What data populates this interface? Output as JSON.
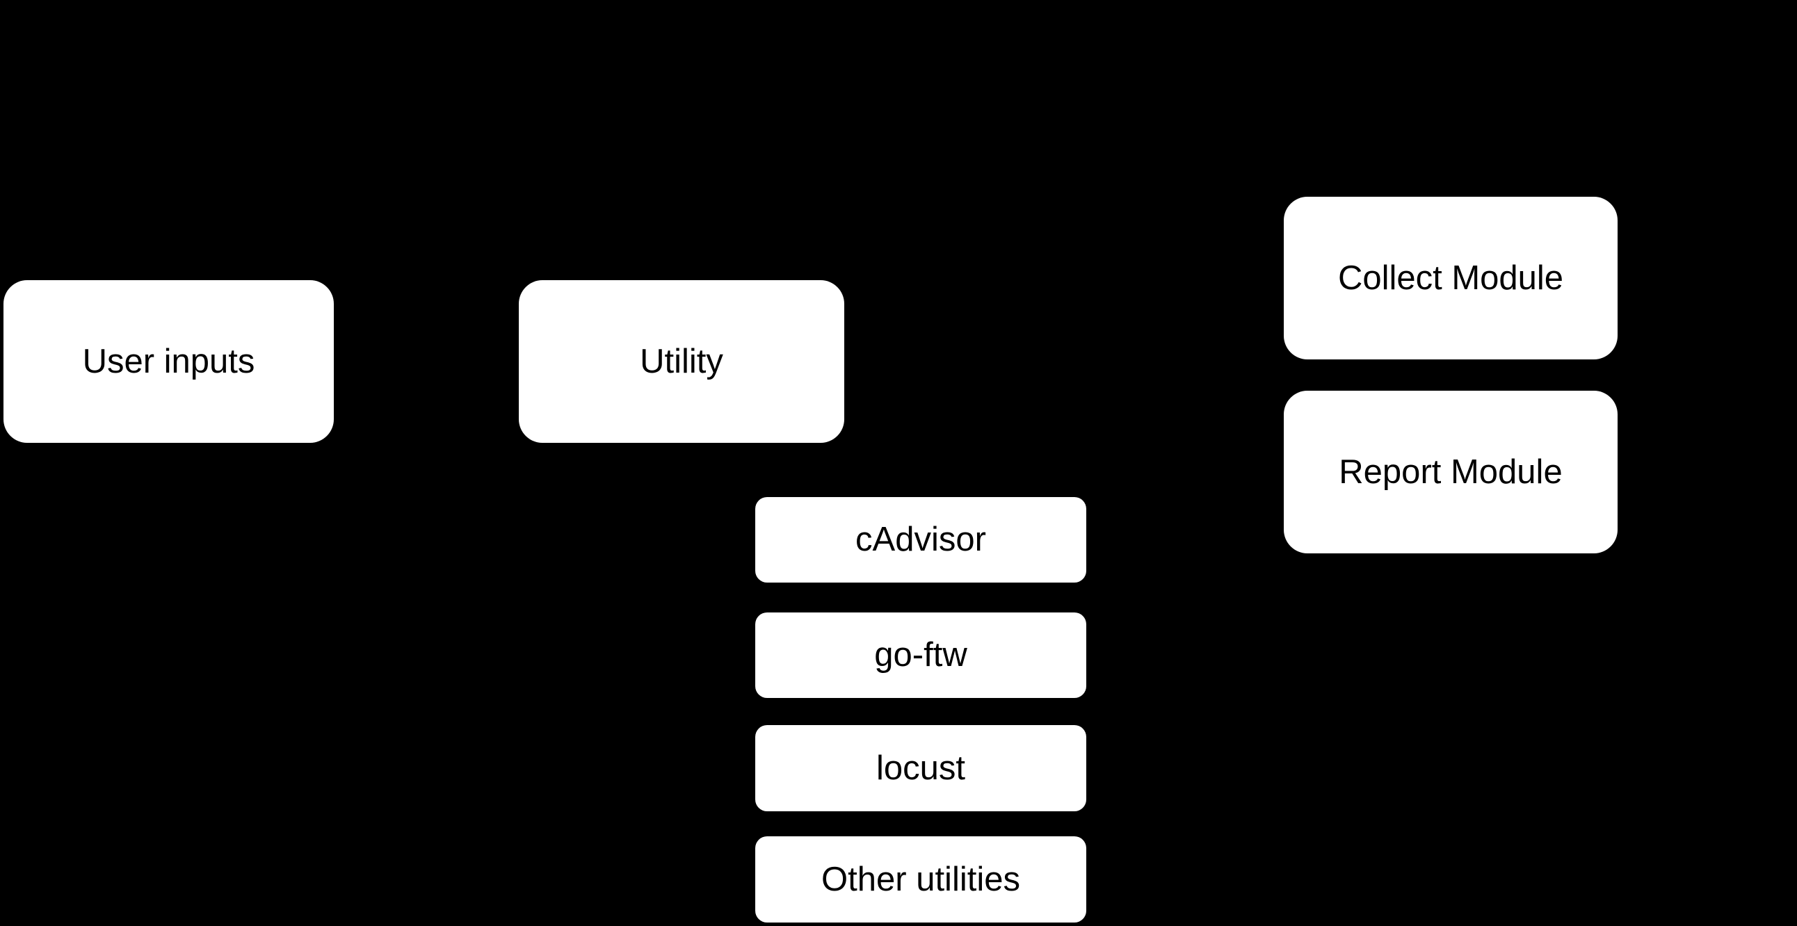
{
  "diagram": {
    "colors": {
      "background": "#000000",
      "node_fill": "#ffffff",
      "node_text": "#000000"
    },
    "nodes": [
      {
        "id": "user-inputs",
        "label": "User inputs"
      },
      {
        "id": "utility",
        "label": "Utility"
      },
      {
        "id": "cadvisor",
        "label": "cAdvisor"
      },
      {
        "id": "go-ftw",
        "label": "go-ftw"
      },
      {
        "id": "locust",
        "label": "locust"
      },
      {
        "id": "other-utilities",
        "label": "Other utilities"
      },
      {
        "id": "collect-module",
        "label": "Collect Module"
      },
      {
        "id": "report-module",
        "label": "Report Module"
      }
    ]
  }
}
